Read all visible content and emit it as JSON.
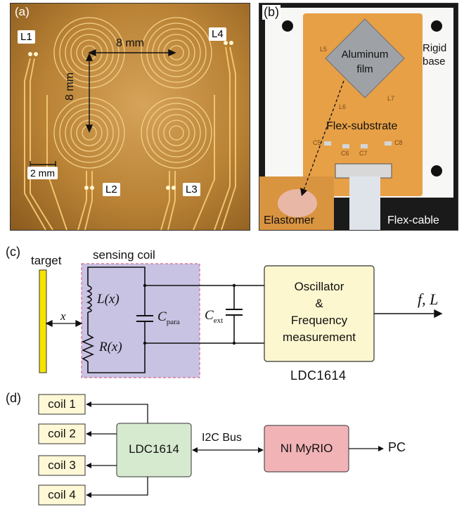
{
  "panel_a": {
    "letter": "(a)",
    "coil_labels": [
      "L1",
      "L4",
      "L2",
      "L3"
    ],
    "horizontal_dim": "8 mm",
    "vertical_dim": "8 mm",
    "scale_bar": "2 mm"
  },
  "panel_b": {
    "letter": "(b)",
    "rigid_base": "Rigid base",
    "aluminum_film": "Aluminum film",
    "flex_substrate": "Flex-substrate",
    "elastomer": "Elastomer",
    "flex_cable": "Flex-cable",
    "pcb_labels": [
      "L5",
      "L6",
      "L7",
      "C5",
      "C6",
      "C7",
      "C8"
    ]
  },
  "panel_c": {
    "letter": "(c)",
    "target": "target",
    "sensing_coil": "sensing coil",
    "x": "x",
    "inductor": "L(x)",
    "resistor": "R(x)",
    "c_para_main": "C",
    "c_para_sub": "para",
    "c_ext_main": "C",
    "c_ext_sub": "ext",
    "oscillator_lines": [
      "Oscillator",
      "&",
      "Frequency",
      "measurement"
    ],
    "output": "f, L",
    "chip": "LDC1614",
    "colors": {
      "target": "#f5e400",
      "sensing_box": "#c8c3e3",
      "sensing_border": "#d9688f",
      "ldc_box": "#fdf7cf"
    }
  },
  "panel_d": {
    "letter": "(d)",
    "coils": [
      "coil 1",
      "coil 2",
      "coil 3",
      "coil 4"
    ],
    "ldc": "LDC1614",
    "bus": "I2C Bus",
    "myrio": "NI MyRIO",
    "pc": "PC",
    "colors": {
      "coil_box": "#fff8d6",
      "ldc_box": "#d6ead0",
      "myrio_box": "#f2b3b7"
    }
  }
}
